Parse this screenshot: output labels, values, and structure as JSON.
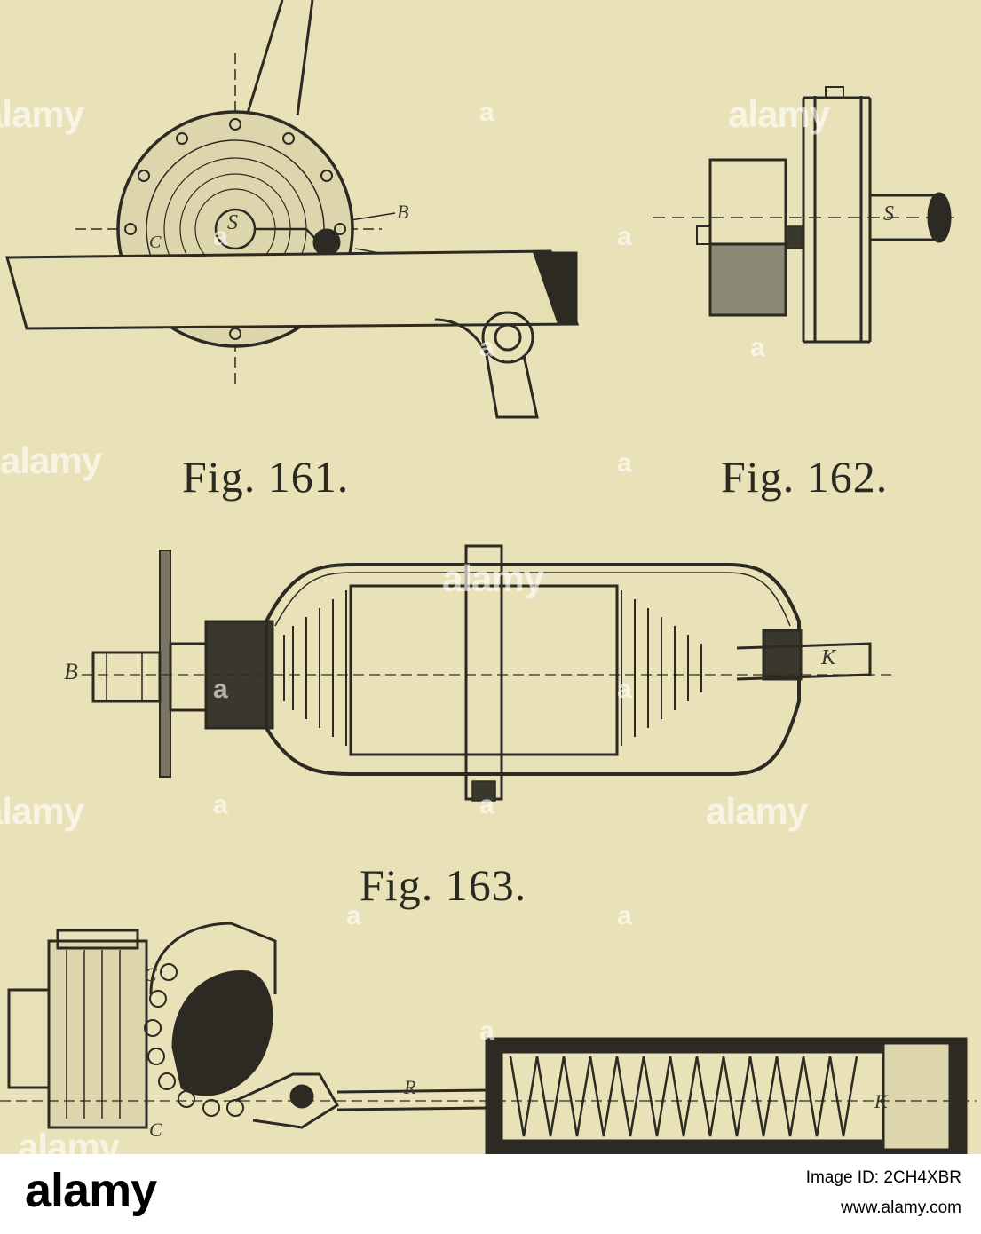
{
  "figures": [
    {
      "caption": "Fig. 161.",
      "labels": [
        "S",
        "B",
        "C"
      ]
    },
    {
      "caption": "Fig. 162.",
      "labels": [
        "S"
      ]
    },
    {
      "caption": "Fig. 163.",
      "labels": [
        "B",
        "K"
      ]
    },
    {
      "caption": "",
      "labels": [
        "C",
        "C",
        "R",
        "K"
      ]
    }
  ],
  "watermark": {
    "word": "alamy",
    "letter": "a"
  },
  "footer": {
    "logo": "alamy",
    "image_id": "Image ID: 2CH4XBR",
    "url": "www.alamy.com"
  }
}
